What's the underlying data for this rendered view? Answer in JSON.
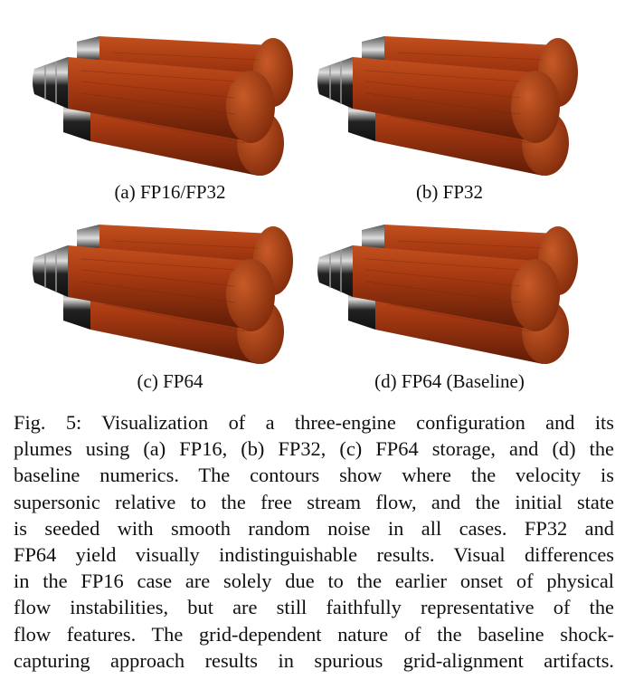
{
  "figure": {
    "panels": [
      {
        "label": "(a) FP16/FP32"
      },
      {
        "label": "(b) FP32"
      },
      {
        "label": "(c) FP64"
      },
      {
        "label": "(d) FP64 (Baseline)"
      }
    ],
    "caption_lines": [
      "Fig. 5: Visualization of a three-engine configuration and its",
      "plumes using (a) FP16, (b) FP32, (c) FP64 storage, and (d) the",
      "baseline numerics. The contours show where the velocity is",
      "supersonic relative to the free stream flow, and the initial state",
      "is seeded with smooth random noise in all cases. FP32 and",
      "FP64 yield visually indistinguishable results. Visual differences",
      "in the FP16 case are solely due to the earlier onset of physical",
      "flow instabilities, but are still faithfully representative of the",
      "flow features. The grid-dependent nature of the baseline shock-",
      "capturing approach results in spurious grid-alignment artifacts."
    ]
  },
  "colors": {
    "plume": "#a83a12",
    "plume_dark": "#6e2208",
    "nozzle": "#3a3a3a"
  }
}
